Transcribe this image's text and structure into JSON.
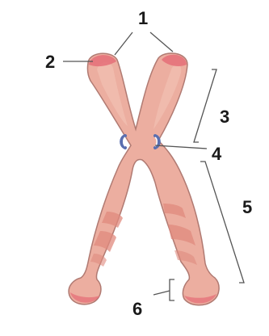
{
  "labels": [
    {
      "id": "1",
      "text": "1"
    },
    {
      "id": "2",
      "text": "2"
    },
    {
      "id": "3",
      "text": "3"
    },
    {
      "id": "4",
      "text": "4"
    },
    {
      "id": "5",
      "text": "5"
    },
    {
      "id": "6",
      "text": "6"
    }
  ],
  "colors": {
    "body": "#ecaea0",
    "outline": "#b07a72",
    "band": "#e08a7e",
    "tip": "#e56f78",
    "centromere": "#5a6fb0",
    "leader": "#555555"
  }
}
